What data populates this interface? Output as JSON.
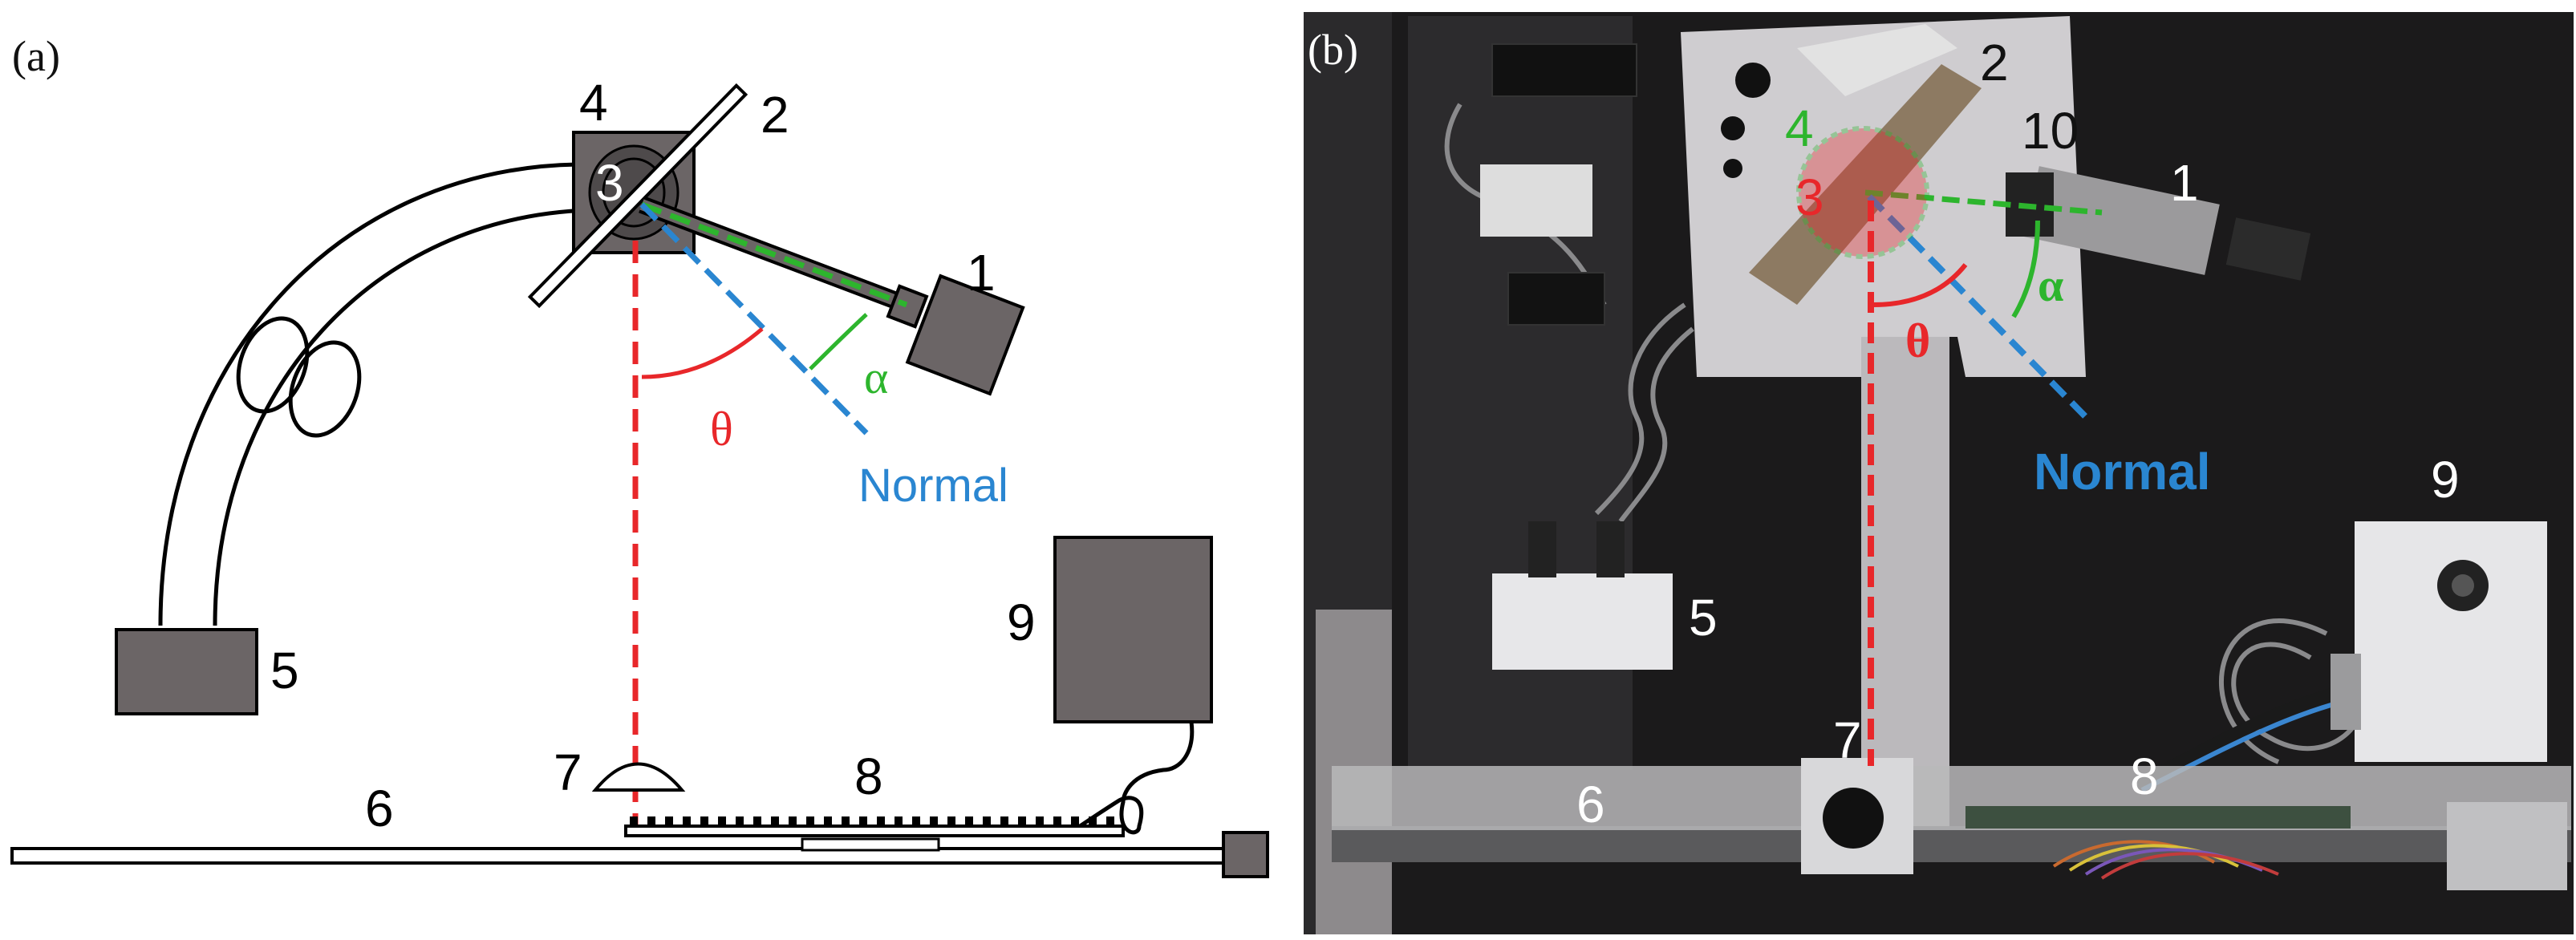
{
  "figure": {
    "panel_a": {
      "label": "(a)",
      "numbers": {
        "n1": "1",
        "n2": "2",
        "n3": "3",
        "n4": "4",
        "n5": "5",
        "n6": "6",
        "n7": "7",
        "n8": "8",
        "n9": "9"
      },
      "symbols": {
        "theta": "θ",
        "alpha": "α"
      },
      "normal_label": "Normal"
    },
    "panel_b": {
      "label": "(b)",
      "numbers": {
        "n1": "1",
        "n2": "2",
        "n3": "3",
        "n4": "4",
        "n5": "5",
        "n6": "6",
        "n7": "7",
        "n8": "8",
        "n9": "9",
        "n10": "10"
      },
      "symbols": {
        "theta": "θ",
        "alpha": "α"
      },
      "normal_label": "Normal"
    }
  },
  "colors": {
    "red": "#e8272a",
    "green": "#2db52d",
    "blue": "#2a86d1",
    "component_gray": "#6b6566",
    "photo_background": "#1b1a1b"
  }
}
